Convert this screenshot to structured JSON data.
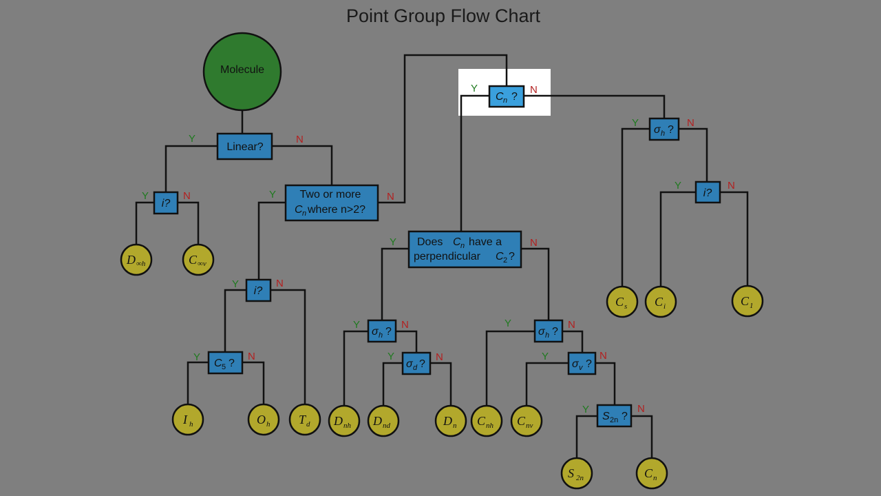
{
  "title": "Point Group Flow Chart",
  "start": "Molecule",
  "yes_label": "Y",
  "no_label": "N",
  "colors": {
    "background": "#7f7f7f",
    "box": "#2f7fb6",
    "box_highlight": "#3aa0dd",
    "start": "#2f7a2e",
    "leaf": "#b2a82c",
    "yes": "#1f7a1f",
    "no": "#b32020",
    "line": "#111111"
  },
  "questions": {
    "linear": "Linear?",
    "inv_linear": "i?",
    "two_or_more_line1": "Two or more",
    "two_or_more_line2": "where n>2?",
    "two_or_more_sym": "C",
    "two_or_more_sub": "n",
    "inv_high": "i?",
    "c5": "C",
    "c5_sub": "5",
    "c5_q": "?",
    "cn_sym": "C",
    "cn_sub": "n",
    "cn_q": "?",
    "perp_line1": "Does",
    "perp_line1_sym": "C",
    "perp_line1_sub": "n",
    "perp_line1_end": "have a",
    "perp_line2": "perpendicular",
    "perp_line2_sym": "C",
    "perp_line2_sub": "2",
    "perp_line2_end": "?",
    "sigma": "σ",
    "sub_h": "h",
    "sub_d": "d",
    "sub_v": "v",
    "q": "?",
    "s2n": "S",
    "s2n_sub": "2n",
    "inv_low": "i?"
  },
  "leaves": {
    "dinfh": {
      "main": "D",
      "sub": "∞h"
    },
    "cinfv": {
      "main": "C",
      "sub": "∞v"
    },
    "ih": {
      "main": "I",
      "sub": "h"
    },
    "oh": {
      "main": "O",
      "sub": "h"
    },
    "td": {
      "main": "T",
      "sub": "d"
    },
    "dnh": {
      "main": "D",
      "sub": "nh"
    },
    "dnd": {
      "main": "D",
      "sub": "nd"
    },
    "dn": {
      "main": "D",
      "sub": "n"
    },
    "cnh": {
      "main": "C",
      "sub": "nh"
    },
    "cnv": {
      "main": "C",
      "sub": "nv"
    },
    "s2n": {
      "main": "S",
      "sub": "2n"
    },
    "cn": {
      "main": "C",
      "sub": "n"
    },
    "cs": {
      "main": "C",
      "sub": "s"
    },
    "ci": {
      "main": "C",
      "sub": "i"
    },
    "c1": {
      "main": "C",
      "sub": "1"
    }
  }
}
